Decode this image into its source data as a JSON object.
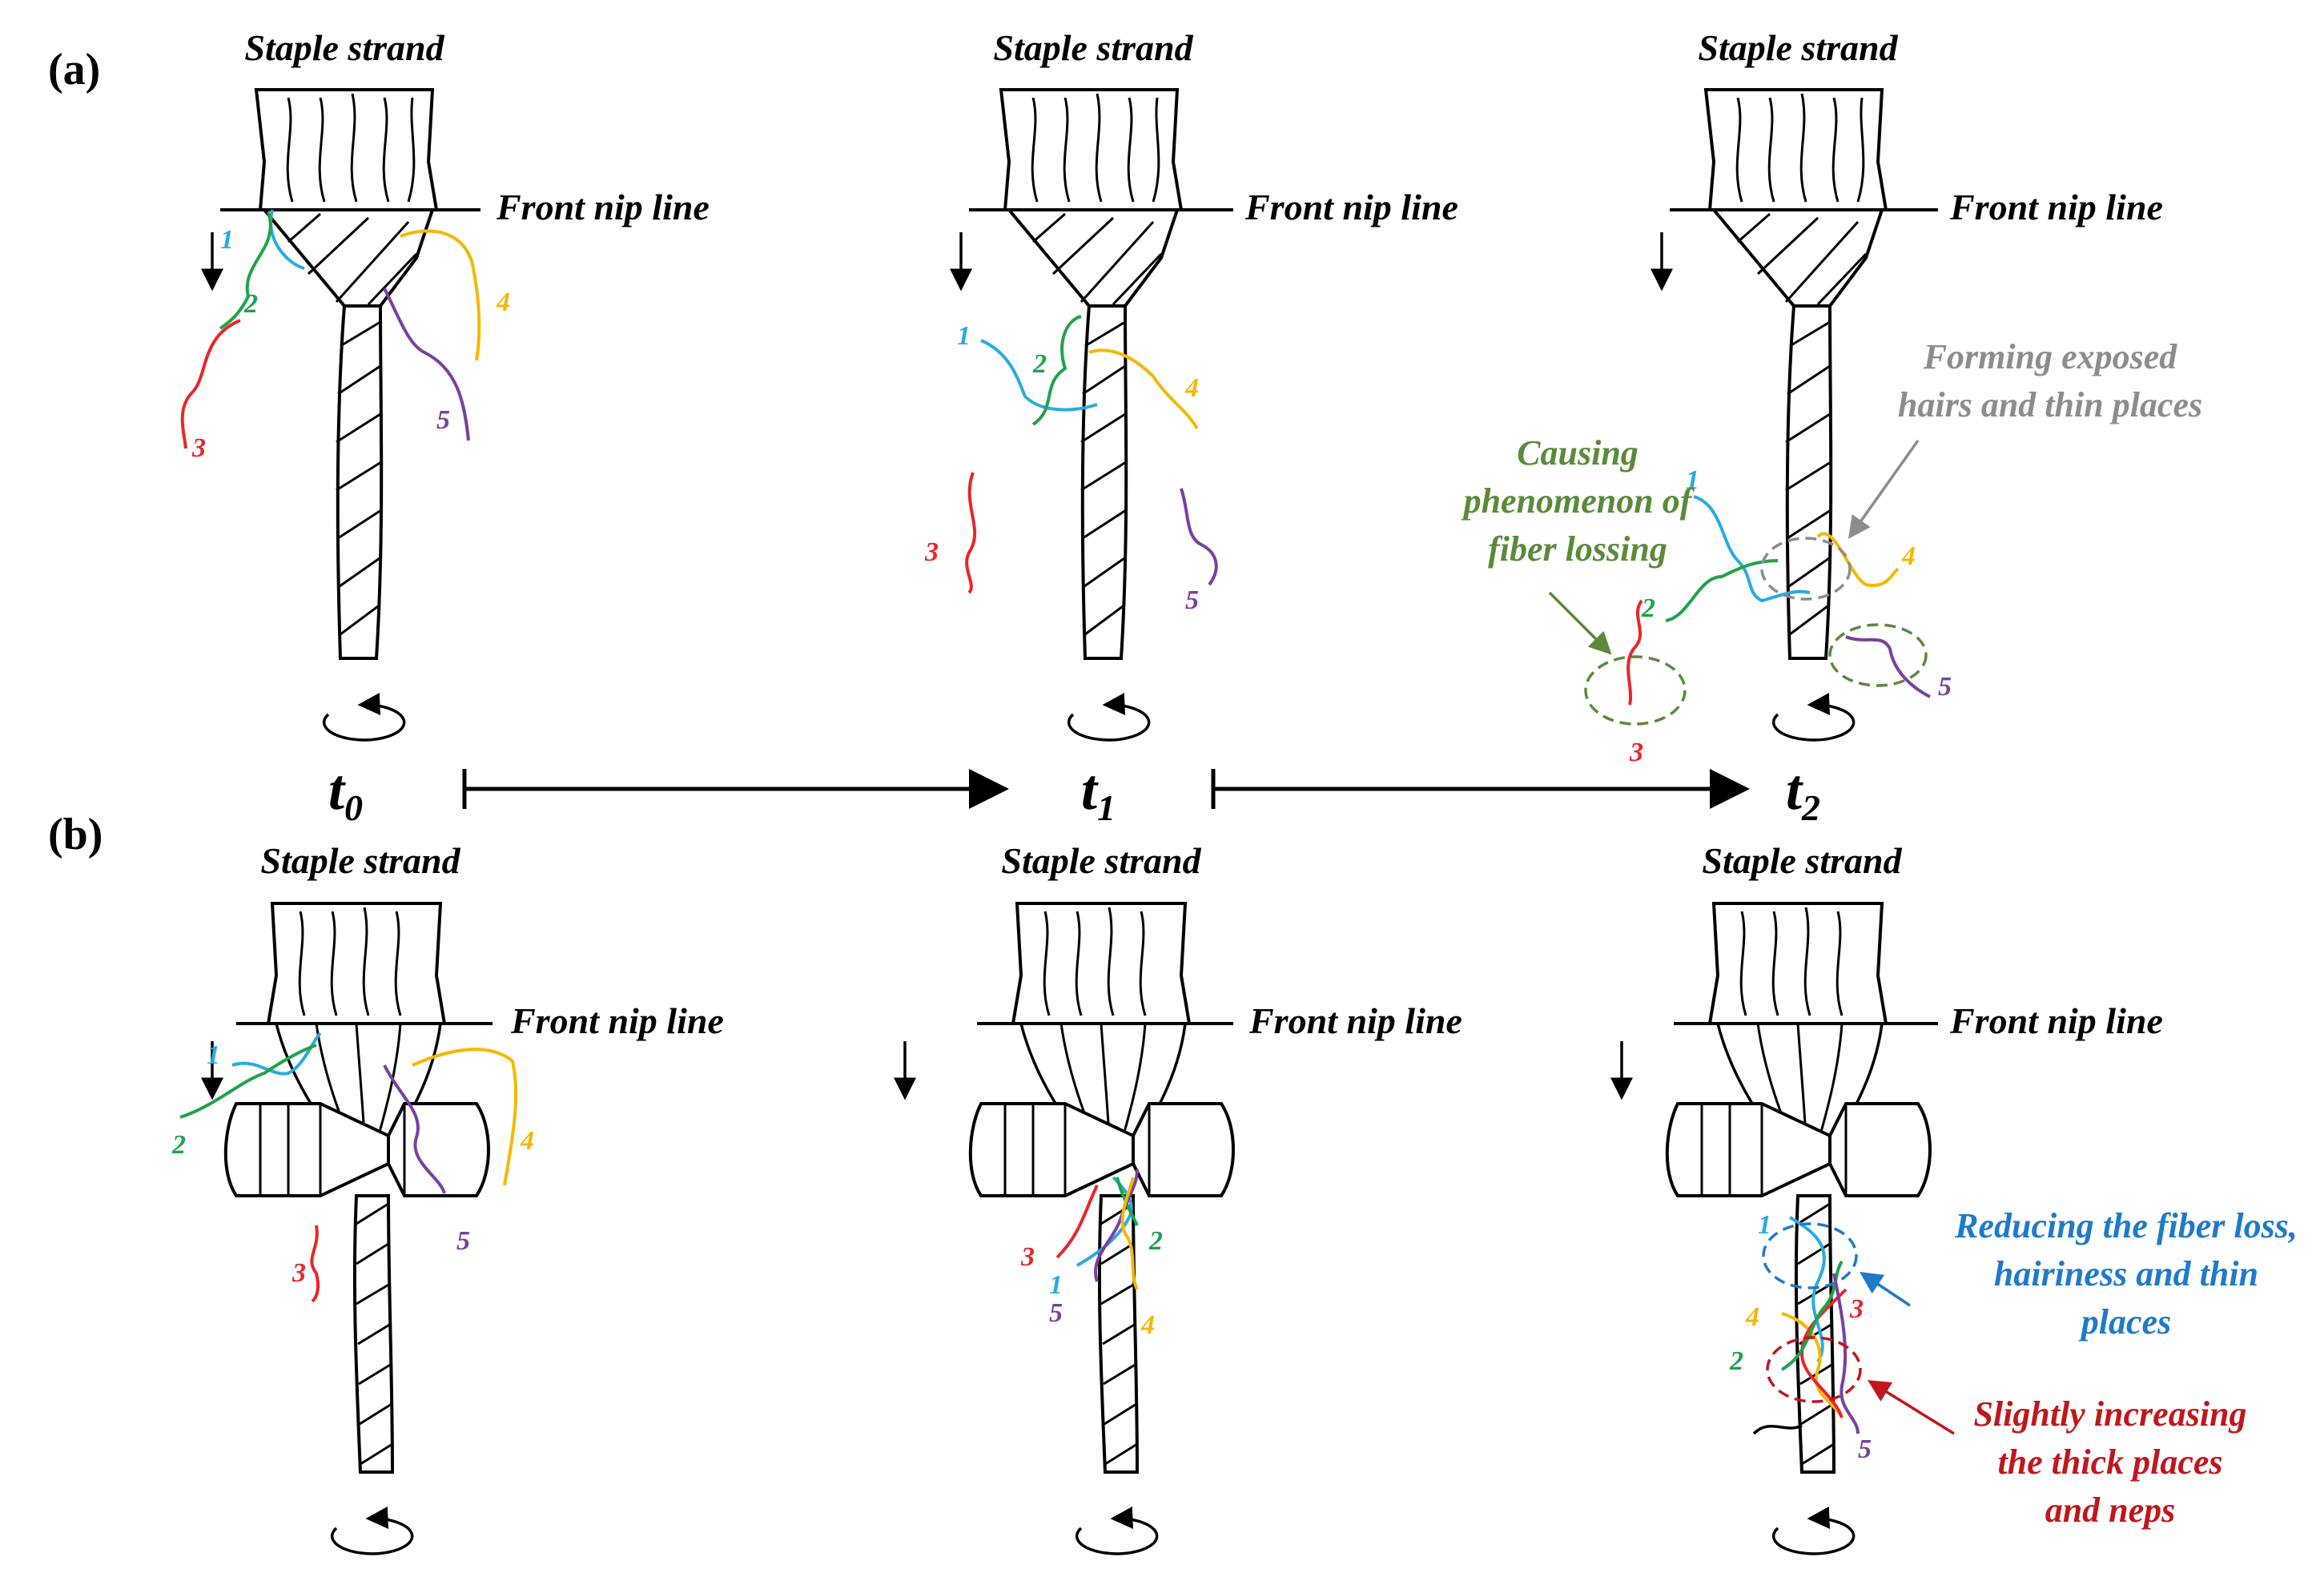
{
  "panels": {
    "a_label": "(a)",
    "b_label": "(b)"
  },
  "labels": {
    "staple_strand": "Staple strand",
    "front_nip_line": "Front nip line"
  },
  "times": {
    "t0_base": "t",
    "t0_sub": "0",
    "t1_base": "t",
    "t1_sub": "1",
    "t2_base": "t",
    "t2_sub": "2"
  },
  "fiber_numbers": [
    "1",
    "2",
    "3",
    "4",
    "5"
  ],
  "fiber_colors": {
    "1": "#29abe2",
    "2": "#1fa34a",
    "3": "#e8262a",
    "4": "#f5b800",
    "5": "#7b3fa0"
  },
  "annotations": {
    "fiber_lossing": [
      "Causing",
      "phenomenon of",
      "fiber lossing"
    ],
    "exposed_hairs": [
      "Forming exposed",
      "hairs and thin places"
    ],
    "reducing": [
      "Reducing the fiber loss,",
      "hairiness and thin",
      "places"
    ],
    "increasing": [
      "Slightly increasing",
      "the thick places",
      "and neps"
    ]
  },
  "annotation_colors": {
    "fiber_lossing": "#5b8a3a",
    "exposed_hairs": "#8c8c8c",
    "reducing": "#1f7ac9",
    "increasing": "#c0171c"
  }
}
